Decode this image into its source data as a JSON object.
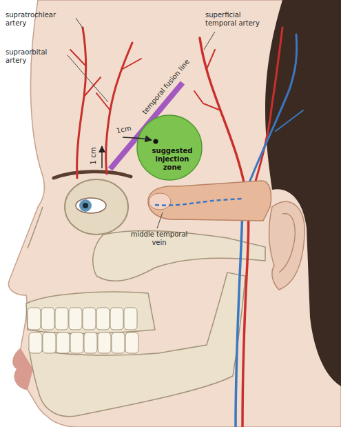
{
  "diagram": {
    "nodes": [
      {
        "text": [
          "suggested injection zone"
        ]
      }
    ],
    "labels": [
      "supratrochlear artery",
      "supraorbital artery",
      "superficial temporal artery",
      "temporal fusion line",
      "1 cm",
      "1cm",
      "middle temporal vein"
    ]
  }
}
